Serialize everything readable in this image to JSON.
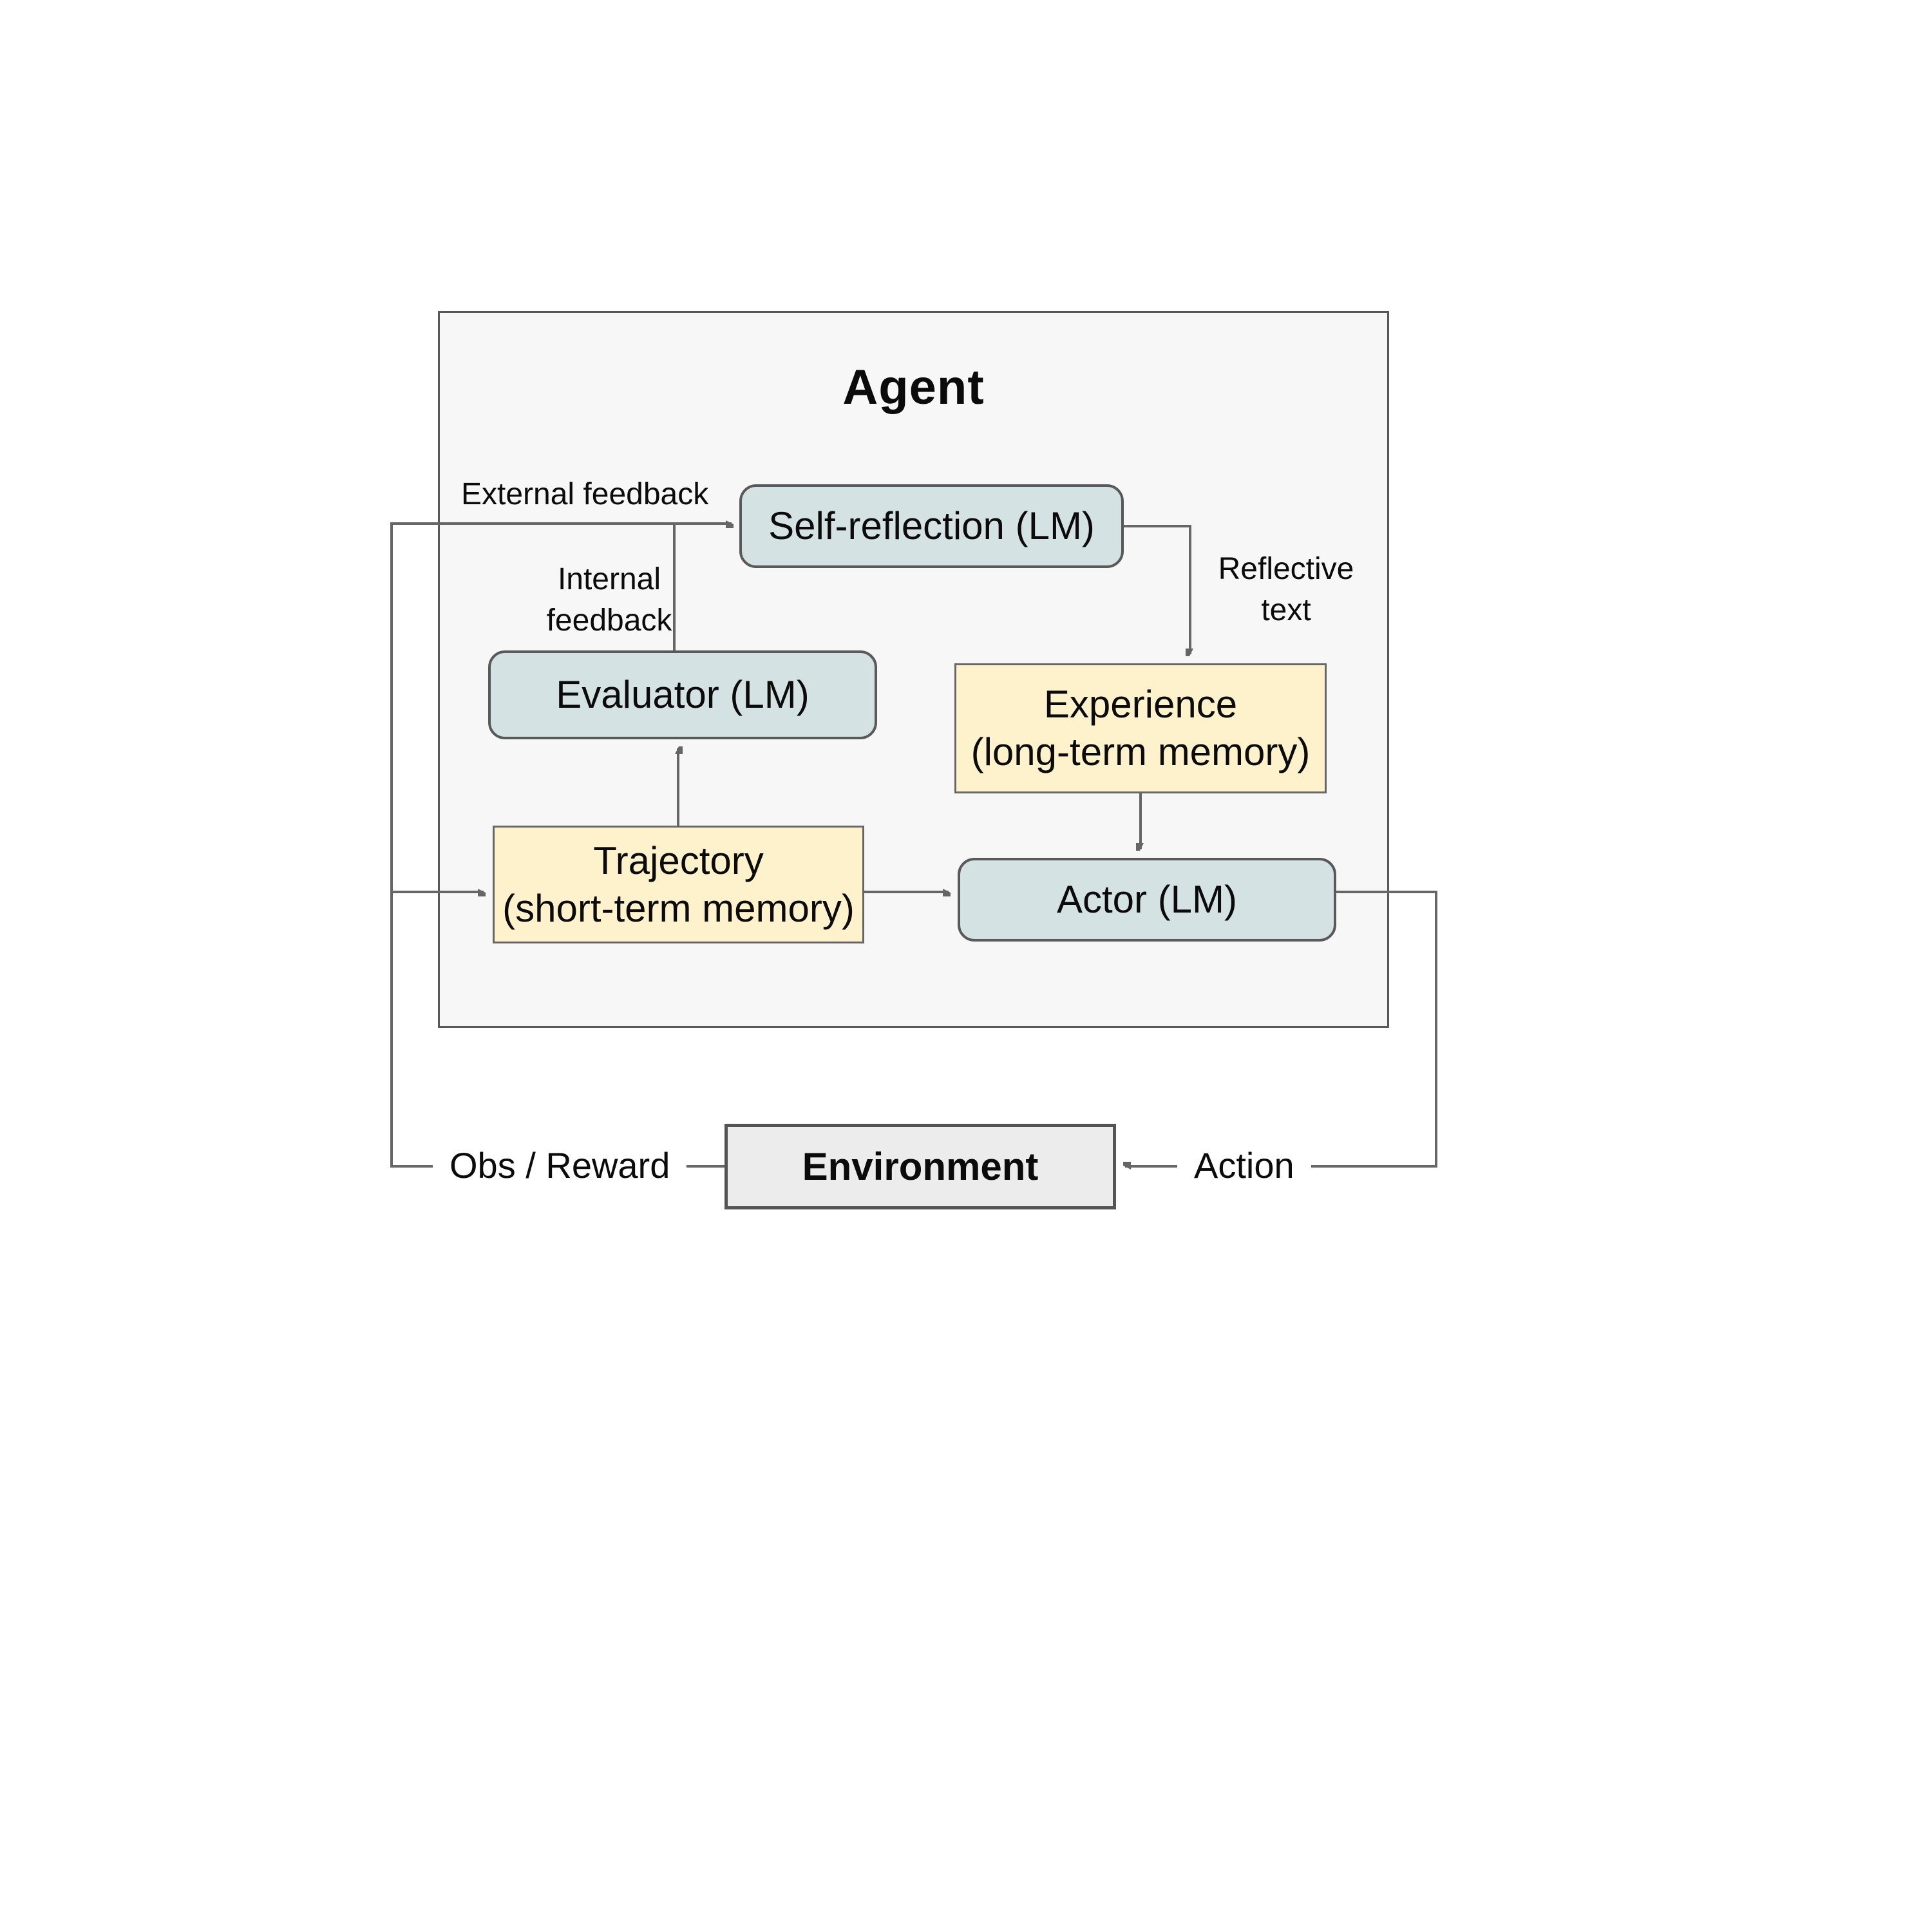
{
  "diagram": {
    "agent": {
      "title": "Agent"
    },
    "nodes": {
      "self_reflection": {
        "label": "Self-reflection (LM)"
      },
      "evaluator": {
        "label": "Evaluator (LM)"
      },
      "experience": {
        "line1": "Experience",
        "line2": "(long-term memory)"
      },
      "trajectory": {
        "line1": "Trajectory",
        "line2": "(short-term memory)"
      },
      "actor": {
        "label": "Actor (LM)"
      },
      "environment": {
        "label": "Environment"
      }
    },
    "edge_labels": {
      "external_feedback": "External feedback",
      "internal_feedback_line1": "Internal",
      "internal_feedback_line2": "feedback",
      "reflective_line1": "Reflective",
      "reflective_line2": "text",
      "obs_reward": "Obs / Reward",
      "action": "Action"
    },
    "colors": {
      "lm_box_fill": "#d5e2e4",
      "memory_box_fill": "#fdf2cc",
      "environment_fill": "#ececec",
      "agent_fill": "#f7f7f7",
      "border": "#595959",
      "line": "#666666"
    }
  }
}
